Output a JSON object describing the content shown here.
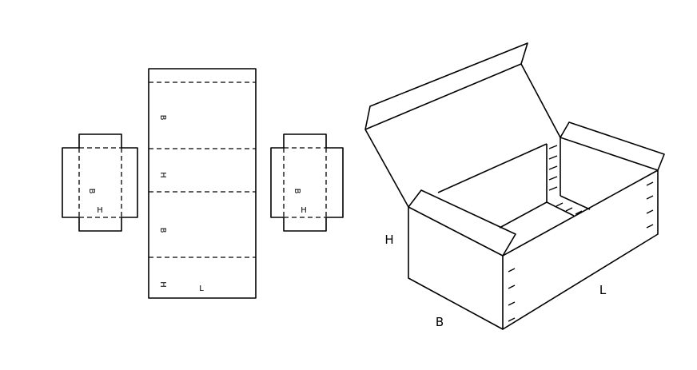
{
  "flat_labels": {
    "panel1": "B",
    "panel2": "H",
    "panel3": "B",
    "panel4": "H",
    "panel4_l": "L",
    "left_end_b": "B",
    "left_end_h": "H",
    "right_end_b": "B",
    "right_end_h": "H"
  },
  "box_labels": {
    "height": "H",
    "width": "B",
    "length": "L"
  }
}
